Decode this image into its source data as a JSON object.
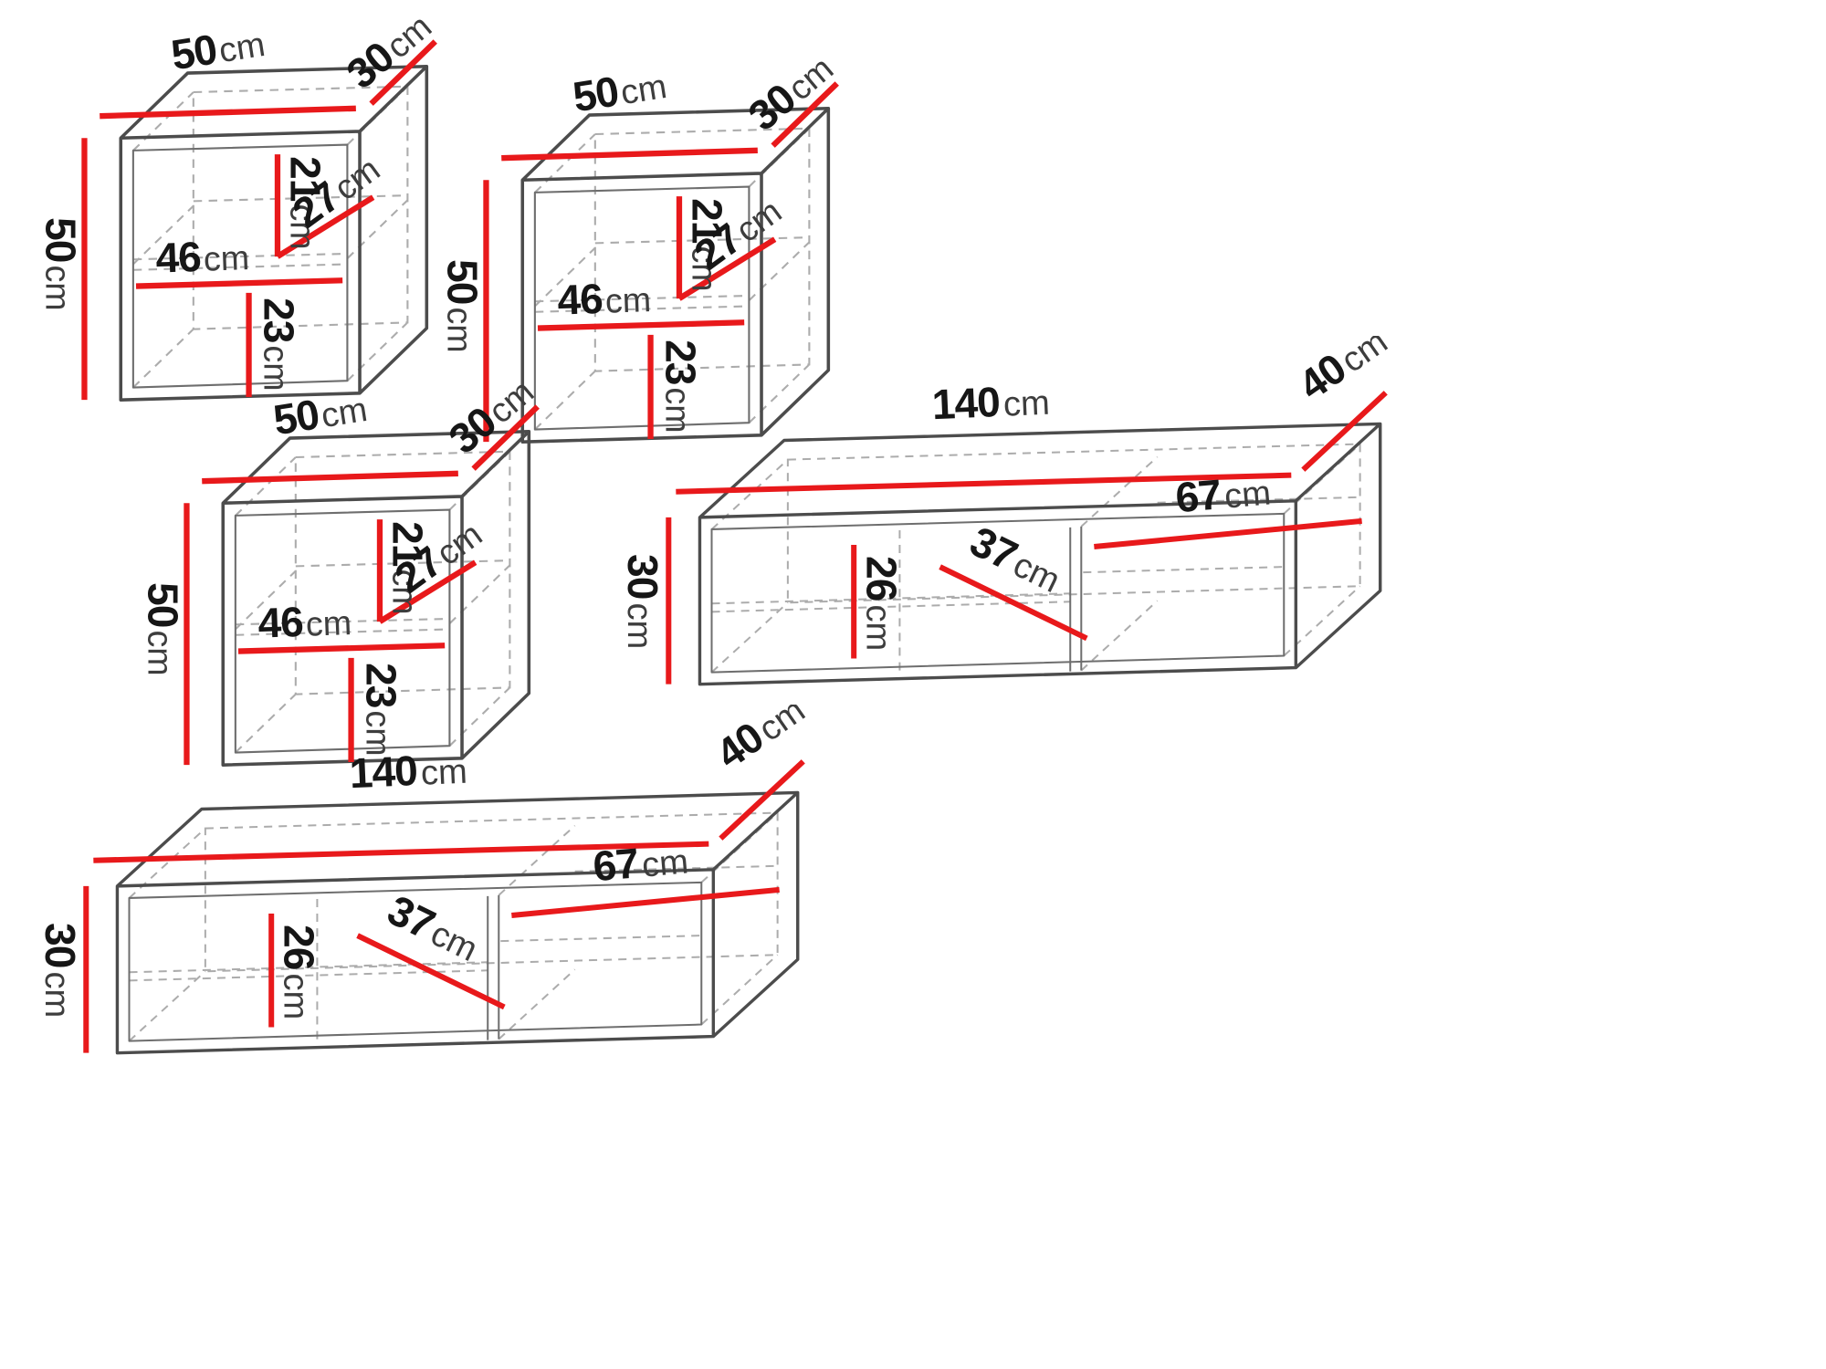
{
  "diagram": {
    "kind": "furniture-dimensions",
    "background": "#ffffff"
  },
  "colors": {
    "dimension_line": "#e8191b",
    "outline": "#4c4c4c",
    "hidden_edge": "#acacac",
    "number_text": "#161616",
    "unit_text": "#3d3d3d"
  },
  "units": [
    {
      "name": "wall-cabinet-a",
      "type": "square-wall-cabinet",
      "width": {
        "value": "50",
        "unit": "cm"
      },
      "depth": {
        "value": "30",
        "unit": "cm"
      },
      "height": {
        "value": "50",
        "unit": "cm"
      },
      "shelf_top_height": {
        "value": "21",
        "unit": "cm"
      },
      "shelf_depth": {
        "value": "27",
        "unit": "cm"
      },
      "inner_width": {
        "value": "46",
        "unit": "cm"
      },
      "bottom_height": {
        "value": "23",
        "unit": "cm"
      }
    },
    {
      "name": "wall-cabinet-b",
      "type": "square-wall-cabinet",
      "width": {
        "value": "50",
        "unit": "cm"
      },
      "depth": {
        "value": "30",
        "unit": "cm"
      },
      "height": {
        "value": "50",
        "unit": "cm"
      },
      "shelf_top_height": {
        "value": "21",
        "unit": "cm"
      },
      "shelf_depth": {
        "value": "27",
        "unit": "cm"
      },
      "inner_width": {
        "value": "46",
        "unit": "cm"
      },
      "bottom_height": {
        "value": "23",
        "unit": "cm"
      }
    },
    {
      "name": "wall-cabinet-c",
      "type": "square-wall-cabinet",
      "width": {
        "value": "50",
        "unit": "cm"
      },
      "depth": {
        "value": "30",
        "unit": "cm"
      },
      "height": {
        "value": "50",
        "unit": "cm"
      },
      "shelf_top_height": {
        "value": "21",
        "unit": "cm"
      },
      "shelf_depth": {
        "value": "27",
        "unit": "cm"
      },
      "inner_width": {
        "value": "46",
        "unit": "cm"
      },
      "bottom_height": {
        "value": "23",
        "unit": "cm"
      }
    },
    {
      "name": "tv-stand-a",
      "type": "tv-stand",
      "width": {
        "value": "140",
        "unit": "cm"
      },
      "depth": {
        "value": "40",
        "unit": "cm"
      },
      "height": {
        "value": "30",
        "unit": "cm"
      },
      "inner_height": {
        "value": "26",
        "unit": "cm"
      },
      "middle_width": {
        "value": "37",
        "unit": "cm"
      },
      "right_width": {
        "value": "67",
        "unit": "cm"
      }
    },
    {
      "name": "tv-stand-b",
      "type": "tv-stand",
      "width": {
        "value": "140",
        "unit": "cm"
      },
      "depth": {
        "value": "40",
        "unit": "cm"
      },
      "height": {
        "value": "30",
        "unit": "cm"
      },
      "inner_height": {
        "value": "26",
        "unit": "cm"
      },
      "middle_width": {
        "value": "37",
        "unit": "cm"
      },
      "right_width": {
        "value": "67",
        "unit": "cm"
      }
    }
  ]
}
